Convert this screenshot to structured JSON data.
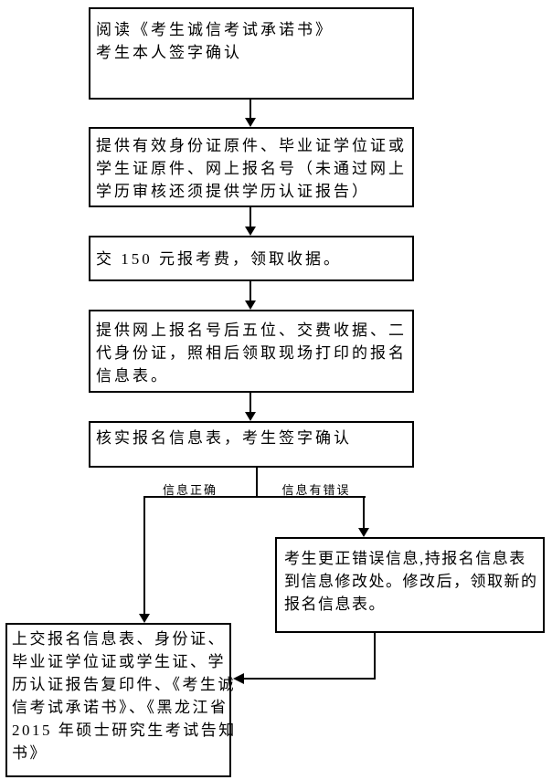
{
  "diagram_type": "flowchart",
  "colors": {
    "line": "#000000",
    "background": "#ffffff",
    "text": "#000000"
  },
  "boxes": [
    {
      "id": "read-commitment",
      "lines": [
        "阅读《考生诚信考试承诺书》",
        "考生本人签字确认"
      ]
    },
    {
      "id": "provide-documents",
      "lines": [
        "提供有效身份证原件、毕业证学位证或",
        "学生证原件、网上报名号（未通过网上",
        "学历审核还须提供学历认证报告）"
      ]
    },
    {
      "id": "pay-fee",
      "lines": [
        "交 150 元报考费，领取收据。"
      ]
    },
    {
      "id": "get-info-form",
      "lines": [
        "提供网上报名号后五位、交费收据、二",
        "代身份证，照相后领取现场打印的报名",
        "信息表。"
      ]
    },
    {
      "id": "verify-sign",
      "lines": [
        "核实报名信息表，考生签字确认"
      ]
    },
    {
      "id": "correct-errors",
      "lines": [
        "考生更正错误信息,持报名信息表",
        "到信息修改处。修改后，领取新的",
        "报名信息表。"
      ]
    },
    {
      "id": "submit-documents",
      "lines": [
        "上交报名信息表、身份证、",
        "毕业证学位证或学生证、学",
        "历认证报告复印件、《考生诚",
        "信考试承诺书》、《黑龙江省",
        "2015 年硕士研究生考试告知",
        "书》"
      ]
    }
  ],
  "branch_labels": {
    "correct": "信息正确",
    "error": "信息有错误"
  }
}
